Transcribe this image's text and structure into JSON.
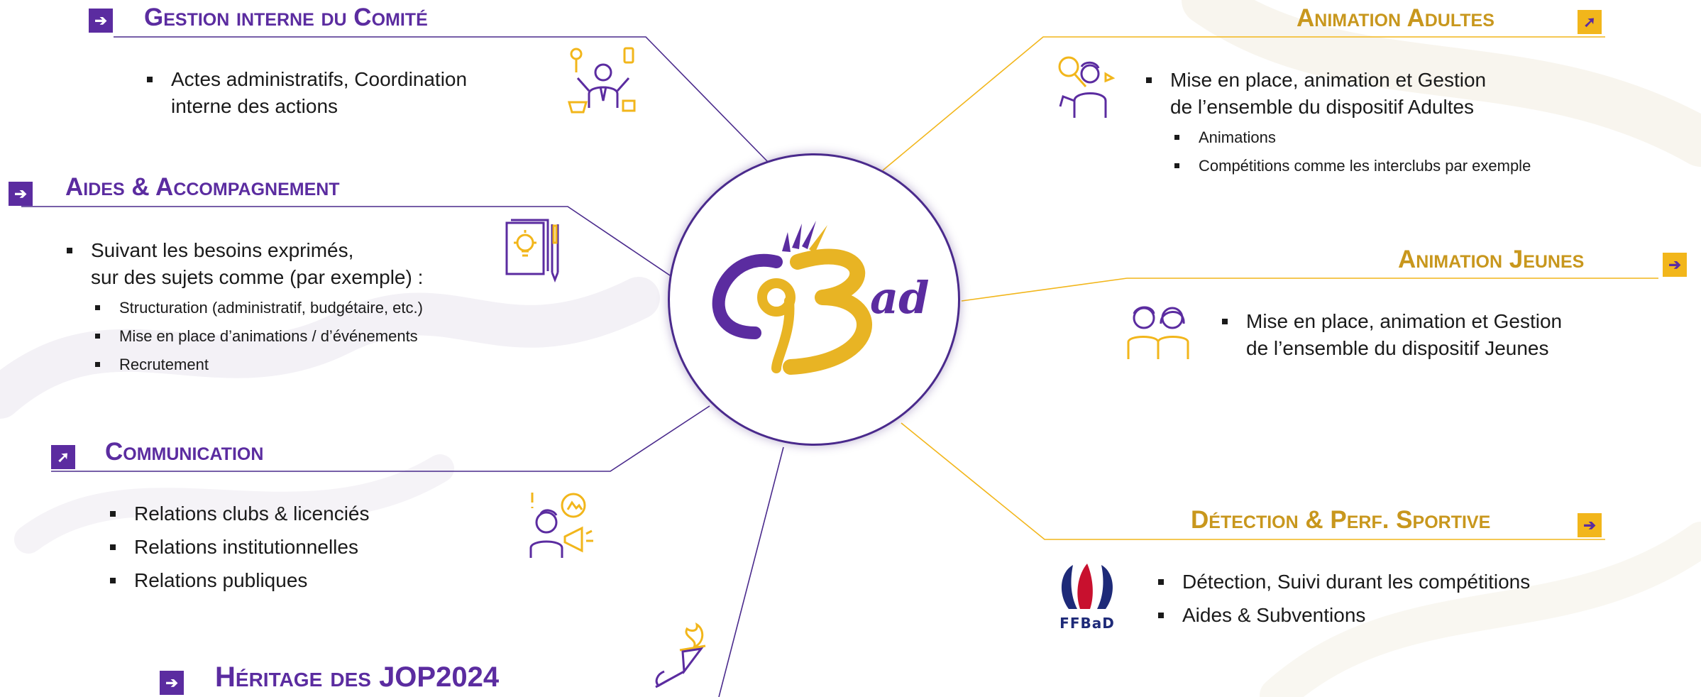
{
  "colors": {
    "purple": "#5b2ca0",
    "gold": "#c8971d",
    "badge_gold": "#f2b61b"
  },
  "hub": {
    "logo_text": "C93ad",
    "logo_name": "c93bad-logo"
  },
  "sections": {
    "gestion": {
      "title": "Gestion interne du Comité",
      "icon": "multitasking-person-icon",
      "items": [
        "Actes administratifs, Coordination",
        "interne des actions"
      ]
    },
    "aides": {
      "title": "Aides & Accompagnement",
      "icon": "idea-document-icon",
      "intro": [
        "Suivant les besoins exprimés,",
        "sur des sujets comme (par exemple) :"
      ],
      "sub": [
        "Structuration (administratif, budgétaire, etc.)",
        "Mise en place d’animations / d’événements",
        "Recrutement"
      ]
    },
    "communication": {
      "title": "Communication",
      "icon": "megaphone-person-icon",
      "items": [
        "Relations clubs & licenciés",
        "Relations institutionnelles",
        "Relations publiques"
      ]
    },
    "heritage": {
      "title": "Héritage des JOP2024",
      "icon": "olympic-torch-icon"
    },
    "adultes": {
      "title": "Animation Adultes",
      "icon": "badminton-player-icon",
      "intro": [
        "Mise en place, animation et Gestion",
        "de l’ensemble du dispositif Adultes"
      ],
      "sub": [
        "Animations",
        "Compétitions comme les interclubs par exemple"
      ]
    },
    "jeunes": {
      "title": "Animation Jeunes",
      "icon": "two-children-icon",
      "items": [
        "Mise en place, animation et Gestion",
        "de l’ensemble du dispositif Jeunes"
      ]
    },
    "detection": {
      "title": "Détection & Perf. Sportive",
      "icon": "ffbad-logo",
      "logo_text": "FFBaD",
      "items": [
        "Détection, Suivi durant les compétitions",
        "Aides & Subventions"
      ]
    }
  }
}
